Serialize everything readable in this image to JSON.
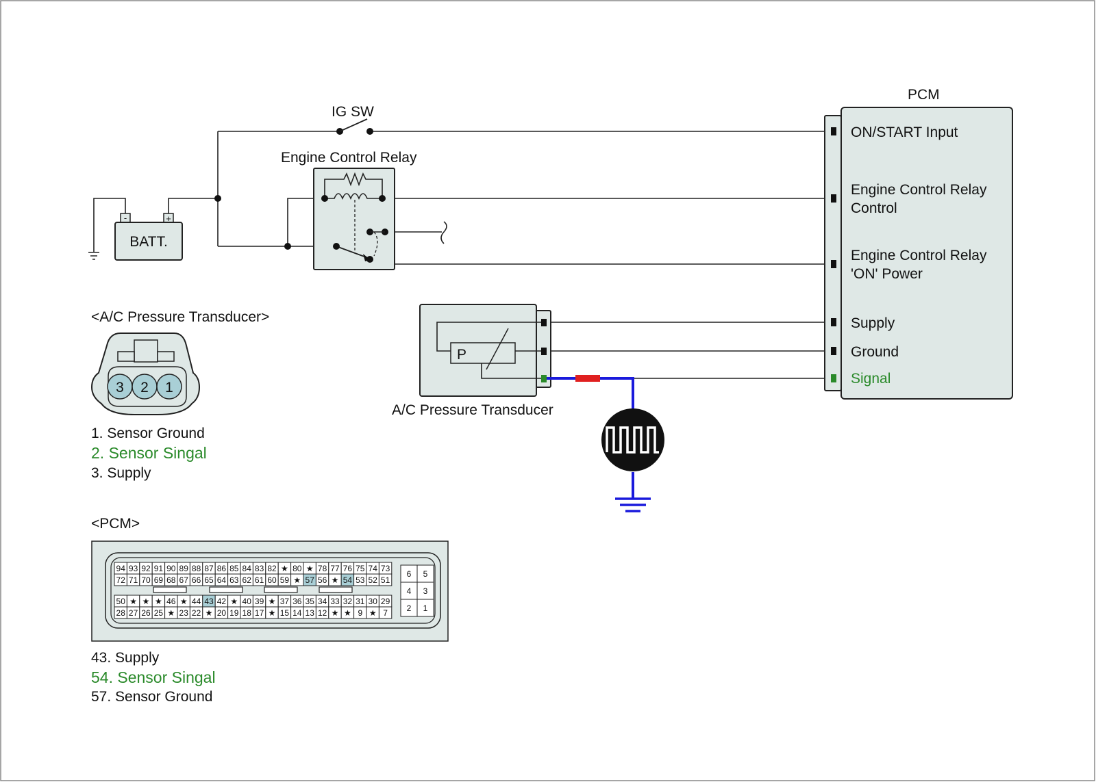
{
  "colors": {
    "background": "#ffffff",
    "component_fill": "#dfe8e6",
    "wire": "#222222",
    "signal_green": "#2a8a2a",
    "measure_wire_blue": "#1a1adc",
    "measure_probe_red": "#e02020",
    "pin_highlight": "#a9cfd6"
  },
  "ig_switch": {
    "label": "IG SW"
  },
  "relay": {
    "label": "Engine Control Relay"
  },
  "battery": {
    "label": "BATT.",
    "neg": "-",
    "pos": "+"
  },
  "pcm": {
    "title": "PCM",
    "pins": [
      {
        "label": "ON/START Input"
      },
      {
        "label_line1": "Engine Control Relay",
        "label_line2": "Control"
      },
      {
        "label_line1": "Engine Control Relay",
        "label_line2": "'ON' Power"
      },
      {
        "label": "Supply"
      },
      {
        "label": "Ground"
      },
      {
        "label": "Signal"
      }
    ]
  },
  "transducer": {
    "label": "A/C Pressure Transducer",
    "symbol": "P"
  },
  "transducer_connector": {
    "heading": "<A/C Pressure Transducer>",
    "pin_numbers": [
      "3",
      "2",
      "1"
    ],
    "legend": [
      "1. Sensor Ground",
      "2. Sensor Singal",
      "3. Supply"
    ]
  },
  "pcm_connector": {
    "heading": "<PCM>",
    "row1": [
      "94",
      "93",
      "92",
      "91",
      "90",
      "89",
      "88",
      "87",
      "86",
      "85",
      "84",
      "83",
      "82",
      "★",
      "80",
      "★",
      "78",
      "77",
      "76",
      "75",
      "74",
      "73"
    ],
    "row2": [
      "72",
      "71",
      "70",
      "69",
      "68",
      "67",
      "66",
      "65",
      "64",
      "63",
      "62",
      "61",
      "60",
      "59",
      "★",
      "57",
      "56",
      "★",
      "54",
      "53",
      "52",
      "51"
    ],
    "row3": [
      "50",
      "★",
      "★",
      "★",
      "46",
      "★",
      "44",
      "43",
      "42",
      "★",
      "40",
      "39",
      "★",
      "37",
      "36",
      "35",
      "34",
      "33",
      "32",
      "31",
      "30",
      "29"
    ],
    "row4": [
      "28",
      "27",
      "26",
      "25",
      "★",
      "23",
      "22",
      "★",
      "20",
      "19",
      "18",
      "17",
      "★",
      "15",
      "14",
      "13",
      "12",
      "★",
      "★",
      "9",
      "★",
      "7"
    ],
    "highlighted": [
      "57",
      "54",
      "43"
    ],
    "aux_pins": [
      "6",
      "5",
      "4",
      "3",
      "2",
      "1"
    ],
    "legend": [
      "43. Supply",
      "54. Sensor Singal",
      "57. Sensor Ground"
    ]
  }
}
